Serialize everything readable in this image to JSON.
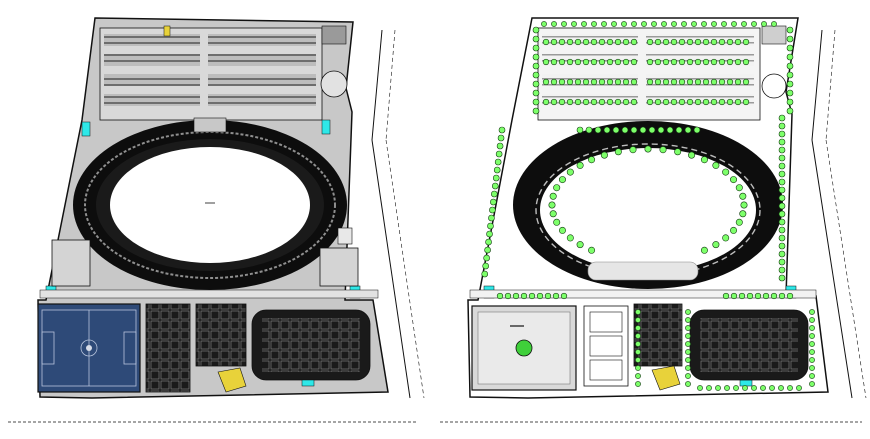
{
  "image": {
    "type": "CAD site plan drawing",
    "panels": [
      {
        "id": "left",
        "variant": "site layout plan (grey fill with blue football field)"
      },
      {
        "id": "right",
        "variant": "landscape plan (green tree symbols, white open areas)"
      }
    ]
  },
  "colors": {
    "background": "#ffffff",
    "site_fill": "#c8c8c8",
    "ink": "#111111",
    "track_black": "#0d0d0d",
    "football_field": "#2e4a78",
    "field_lines": "#b8c4dc",
    "tree_green": "#7dff6a",
    "tree_outline": "#123a10",
    "cyan_gate": "#2ee8e8",
    "yellow_detail": "#e8d23a",
    "grey_light": "#e2e2e2"
  },
  "icons": [
    "tree-symbol",
    "center-circle-marker"
  ]
}
